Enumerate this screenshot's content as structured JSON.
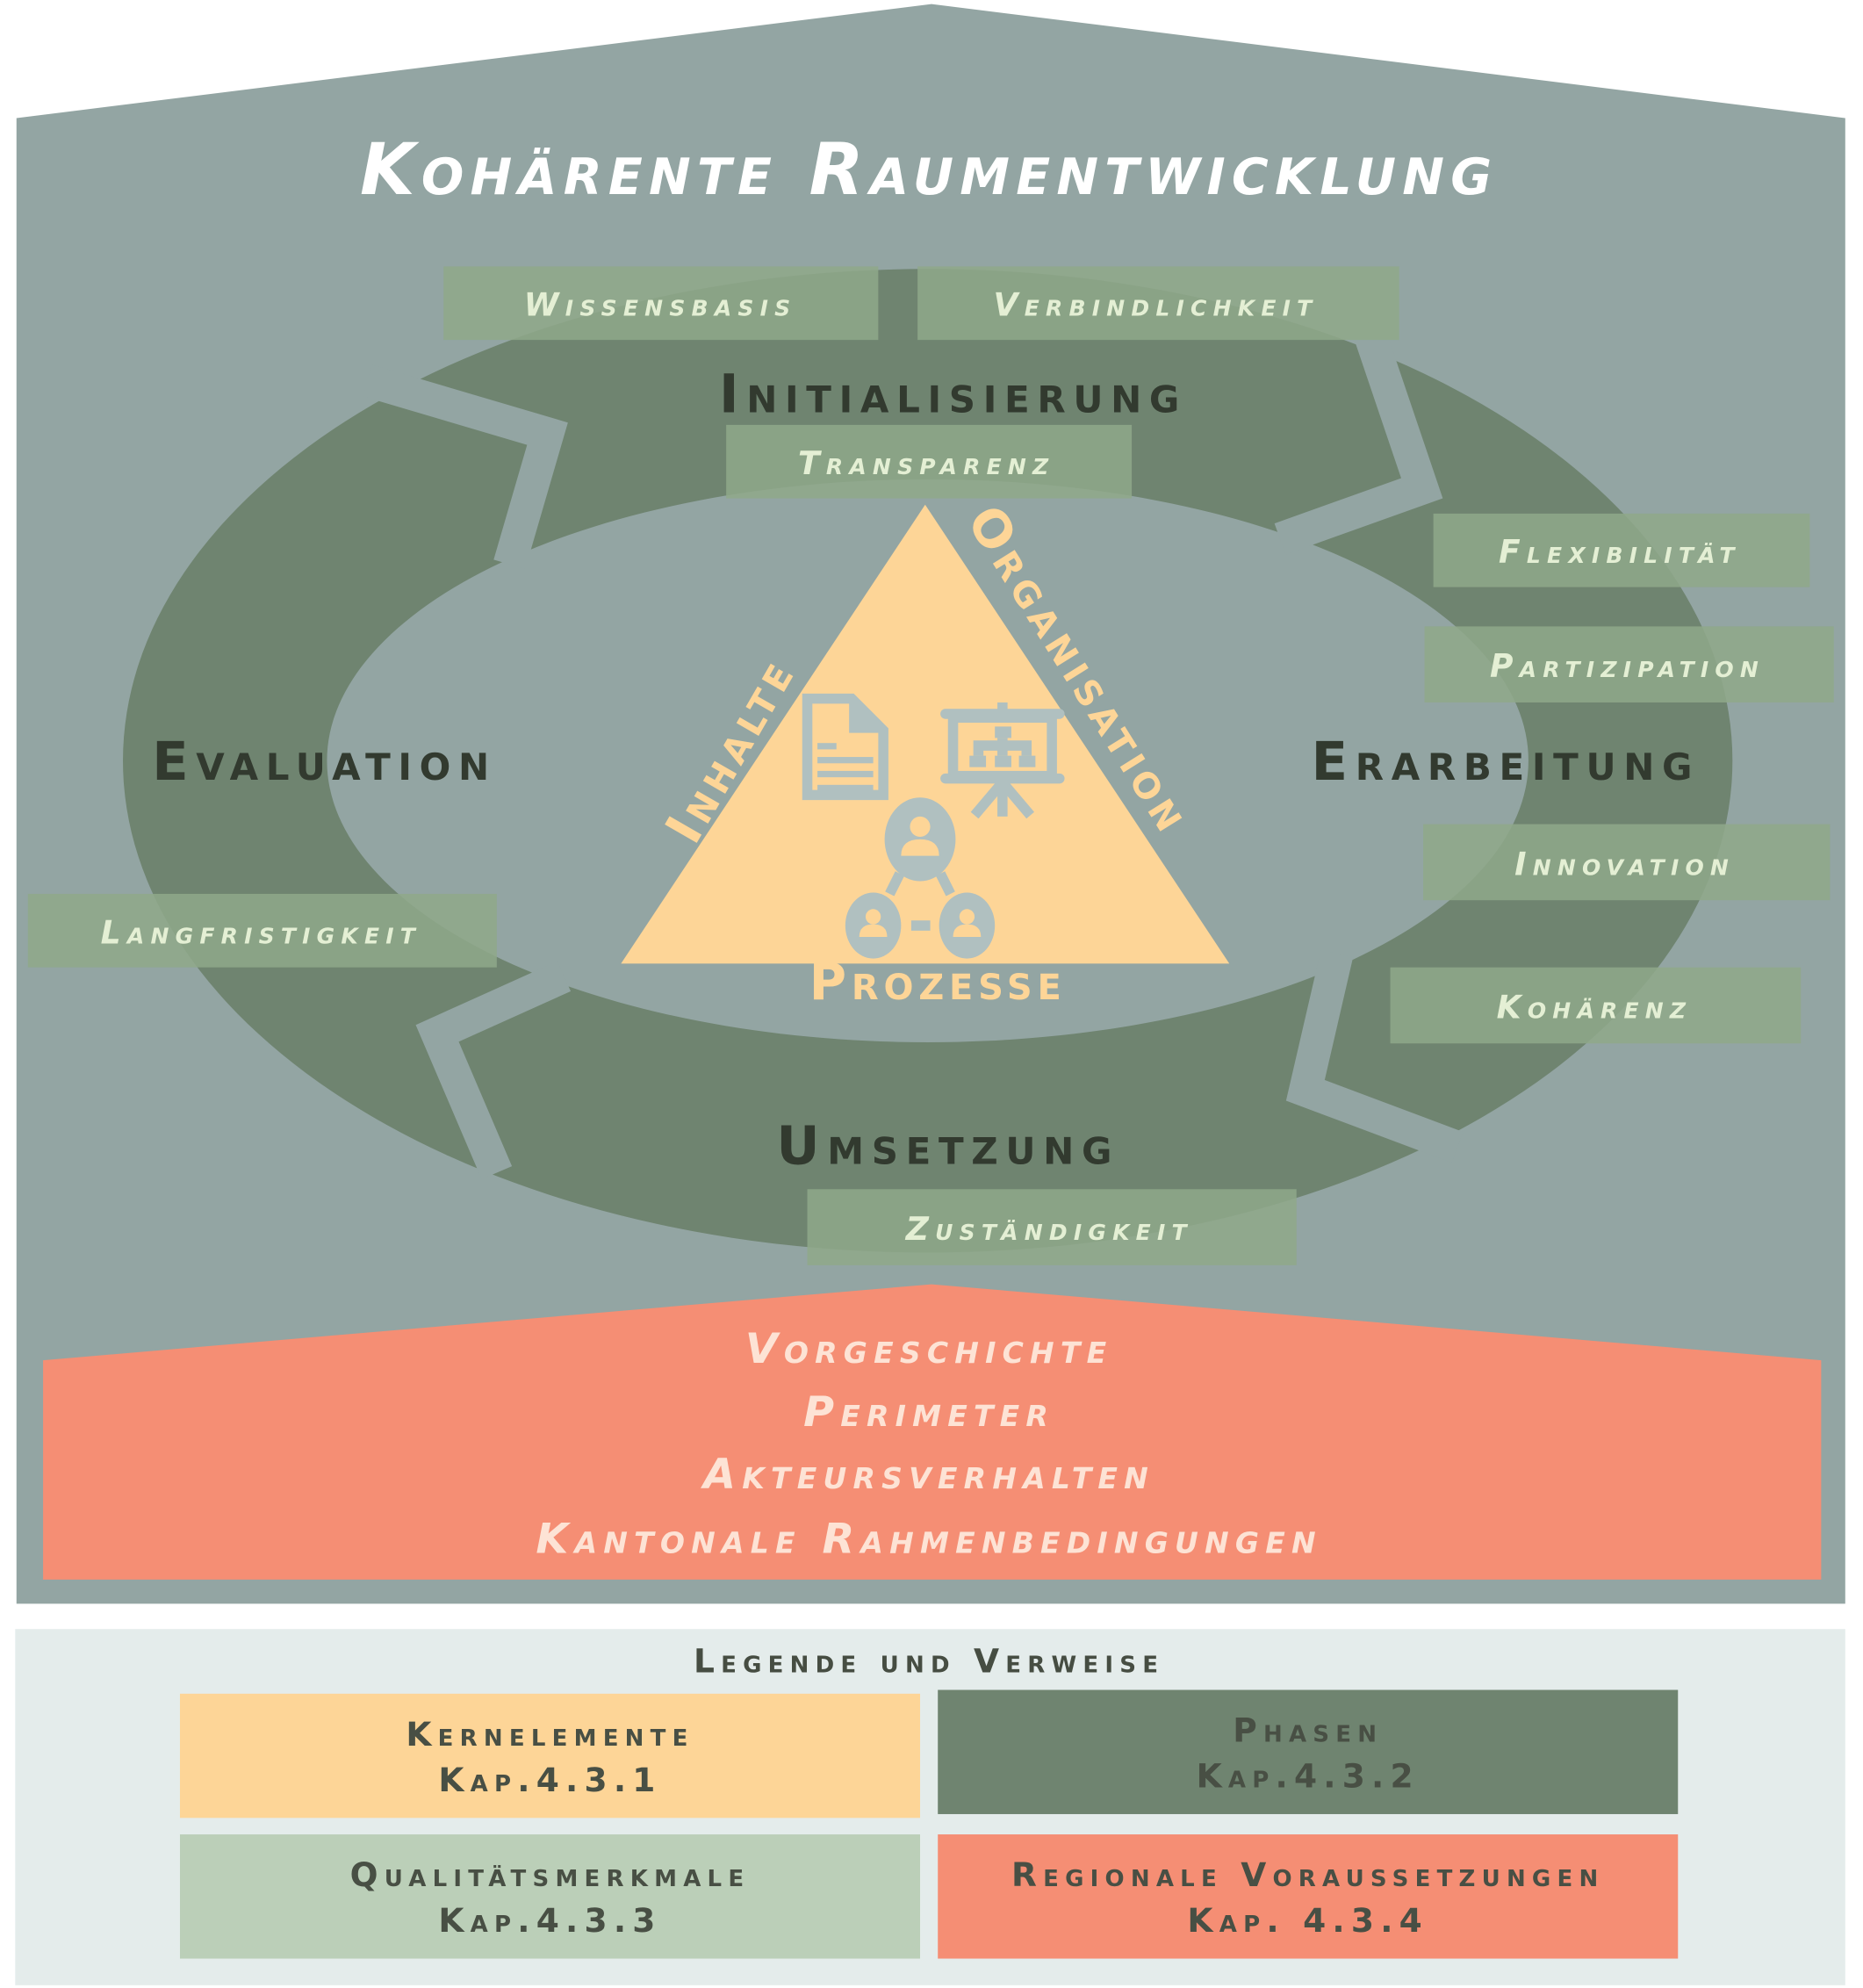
{
  "title": "Kohärente Raumentwicklung",
  "phases": {
    "initialisierung": "Initialisierung",
    "erarbeitung": "Erarbeitung",
    "umsetzung": "Umsetzung",
    "evaluation": "Evaluation"
  },
  "quality_features": {
    "wissensbasis": "Wissensbasis",
    "verbindlichkeit": "Verbindlichkeit",
    "transparenz": "Transparenz",
    "flexibilitaet": "Flexibilität",
    "partizipation": "Partizipation",
    "innovation": "Innovation",
    "kohaerenz": "Kohärenz",
    "langfristigkeit": "Langfristigkeit",
    "zustaendigkeit": "Zuständigkeit"
  },
  "core_elements": {
    "inhalte": "Inhalte",
    "organisation": "Organisation",
    "prozesse": "Prozesse",
    "icons": [
      "document-icon",
      "org-chart-presentation-icon",
      "people-network-icon"
    ]
  },
  "regional": {
    "items": [
      "Vorgeschichte",
      "Perimeter",
      "Akteursverhalten",
      "Kantonale Rahmenbedingungen"
    ]
  },
  "legend": {
    "title": "Legende und Verweise",
    "items": [
      {
        "label": "Kernelemente",
        "ref": "Kap.4.3.1",
        "color": "#fdd597"
      },
      {
        "label": "Phasen",
        "ref": "Kap.4.3.2",
        "color": "#6f8470"
      },
      {
        "label": "Qualitätsmerkmale",
        "ref": "Kap.4.3.3",
        "color": "#bbcfb8"
      },
      {
        "label": "Regionale Voraussetzungen",
        "ref": "Kap. 4.3.4",
        "color": "#f58e74"
      }
    ]
  },
  "colors": {
    "house": "#93a5a3",
    "ring": "#6f8470",
    "core": "#fdd597",
    "regional": "#f58e74",
    "legend_bg": "#e4eceb"
  }
}
